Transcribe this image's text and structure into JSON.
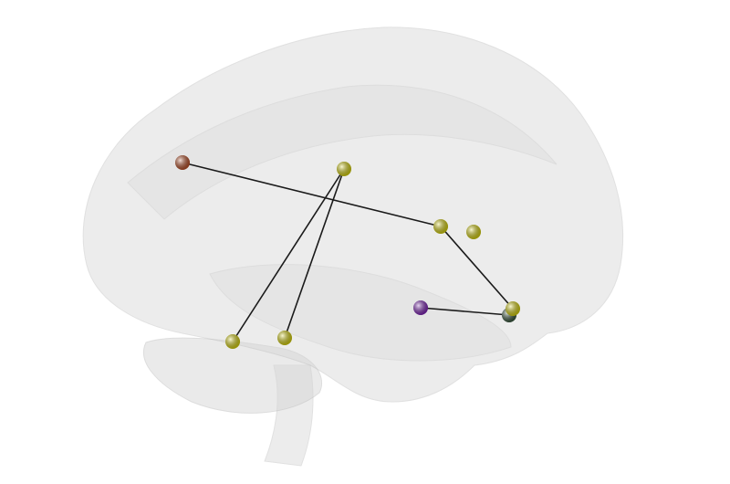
{
  "nodes": [
    {
      "id": "n1",
      "color": "#c8582e"
    },
    {
      "id": "n2",
      "color": "#e6e012"
    },
    {
      "id": "n3",
      "color": "#e6e012"
    },
    {
      "id": "n4",
      "color": "#e6e012"
    },
    {
      "id": "n5",
      "color": "#e6e012"
    },
    {
      "id": "n6",
      "color": "#3f5f45"
    },
    {
      "id": "n7",
      "color": "#e6e012"
    },
    {
      "id": "n8",
      "color": "#8a2bc4"
    },
    {
      "id": "n9",
      "color": "#e6e012"
    }
  ],
  "edges": [
    [
      "n1",
      "n4"
    ],
    [
      "n2",
      "n9"
    ],
    [
      "n2",
      "n3"
    ],
    [
      "n4",
      "n7"
    ],
    [
      "n8",
      "n6"
    ]
  ],
  "colors": {
    "edge": "#1a1a1a",
    "brain": "#d8d8d8"
  }
}
